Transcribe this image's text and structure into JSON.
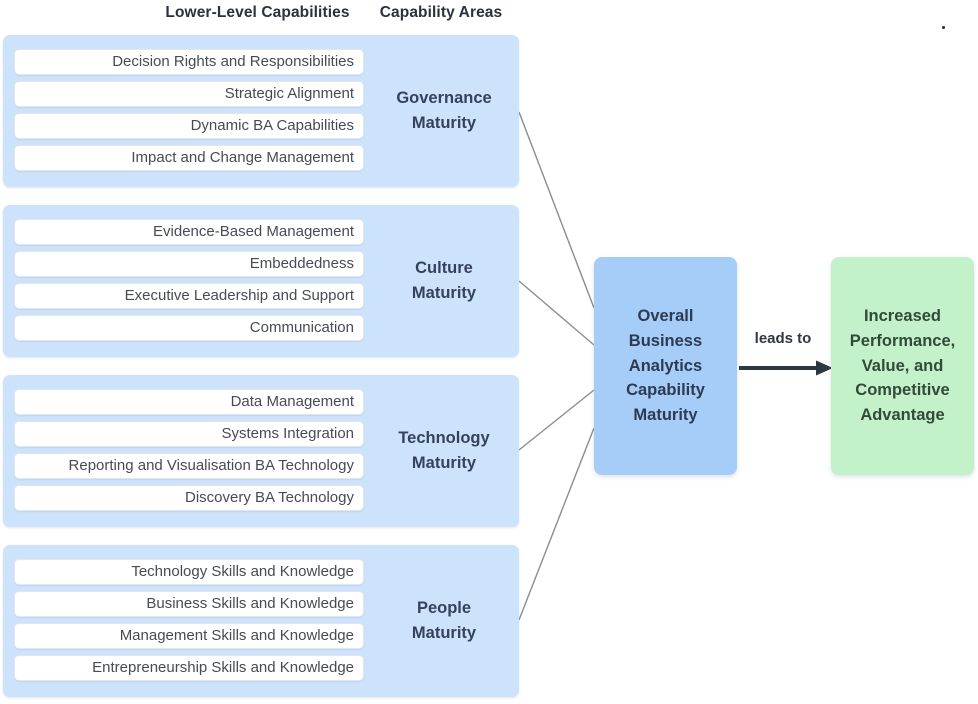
{
  "header": {
    "lower_level_label": "Lower-Level Capabilities",
    "capability_areas_label": "Capability Areas"
  },
  "groups": [
    {
      "label": "Governance\nMaturity",
      "items": [
        "Decision Rights and Responsibilities",
        "Strategic Alignment",
        "Dynamic BA Capabilities",
        "Impact and Change Management"
      ]
    },
    {
      "label": "Culture\nMaturity",
      "items": [
        "Evidence-Based Management",
        "Embeddedness",
        "Executive Leadership and Support",
        "Communication"
      ]
    },
    {
      "label": "Technology\nMaturity",
      "items": [
        "Data Management",
        "Systems Integration",
        "Reporting and Visualisation BA Technology",
        "Discovery BA Technology"
      ]
    },
    {
      "label": "People\nMaturity",
      "items": [
        "Technology Skills and Knowledge",
        "Business Skills and Knowledge",
        "Management Skills and Knowledge",
        "Entrepreneurship Skills and Knowledge"
      ]
    }
  ],
  "center_box": {
    "label": "Overall\nBusiness\nAnalytics\nCapability\nMaturity"
  },
  "connector": {
    "label": "leads to"
  },
  "outcome_box": {
    "label": "Increased\nPerformance,\nValue, and\nCompetitive\nAdvantage"
  },
  "colors": {
    "group_bg": "#cde3fc",
    "pill_bg": "#ffffff",
    "center_bg": "#a6cdf8",
    "outcome_bg": "#c3f1c9",
    "connector_line": "#8c8c8c",
    "arrow": "#2f3842",
    "heading_text": "#2b323c",
    "label_text": "#36425c"
  }
}
